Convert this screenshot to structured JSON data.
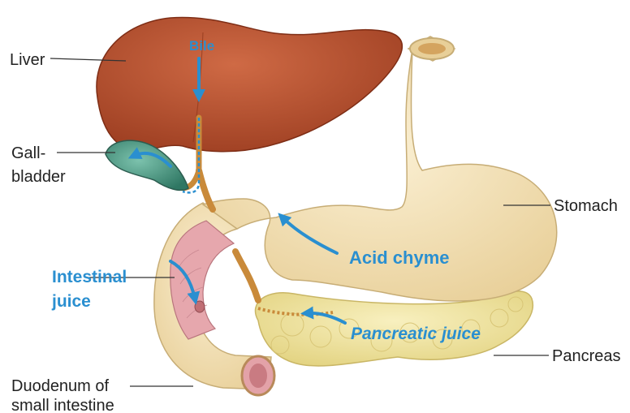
{
  "labels": {
    "liver": "Liver",
    "gallbladder_line1": "Gall-",
    "gallbladder_line2": "bladder",
    "stomach": "Stomach",
    "pancreas": "Pancreas",
    "duodenum_line1": "Duodenum of",
    "duodenum_line2": "small intestine"
  },
  "flows": {
    "bile": "Bile",
    "acid_chyme": "Acid chyme",
    "pancreatic_juice": "Pancreatic juice",
    "intestinal_juice_line1": "Intestinal",
    "intestinal_juice_line2": "juice"
  },
  "colors": {
    "liver": "#b9502e",
    "gallbladder": "#4f9a86",
    "stomach": "#f3dfb3",
    "pancreas": "#f1e49a",
    "duodenum_lining": "#e6a7ad",
    "duct": "#c98a3a",
    "flow_accent": "#2a8fd0",
    "label_text": "#222222"
  }
}
